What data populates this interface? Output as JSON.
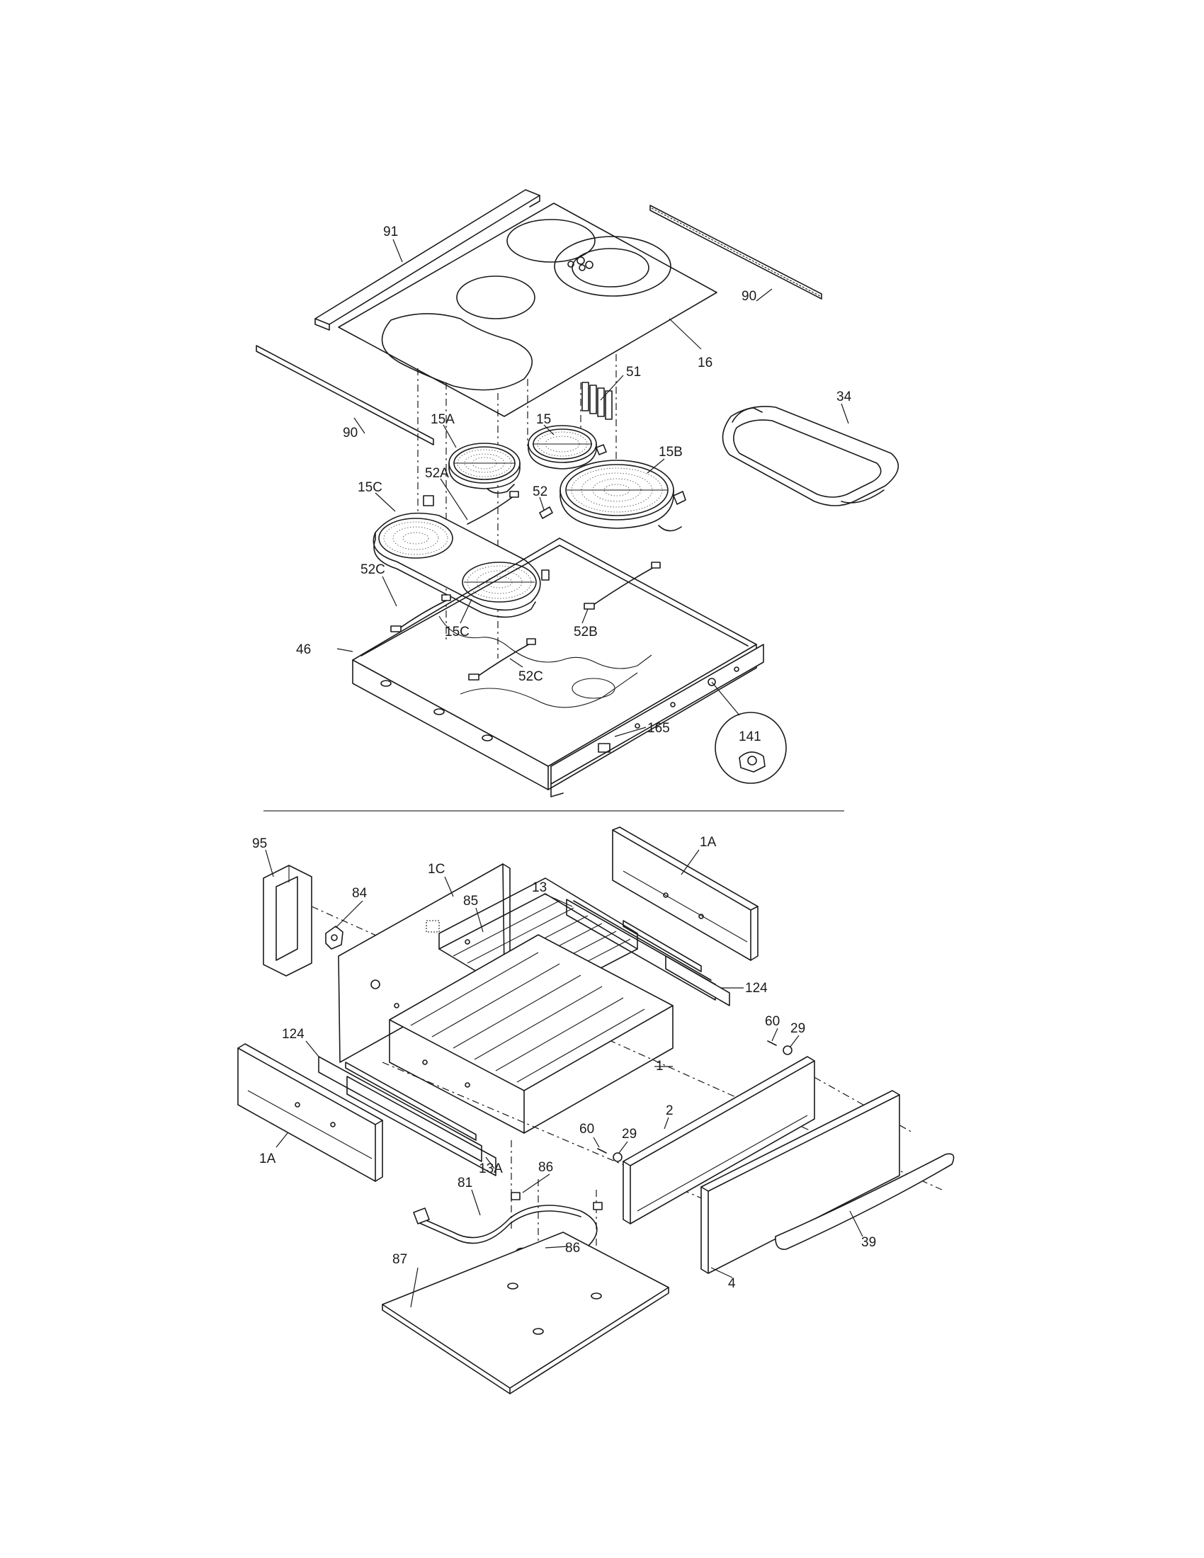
{
  "labels": {
    "top": [
      "91",
      "90",
      "16",
      "51",
      "34",
      "90",
      "15A",
      "15",
      "15B",
      "15C",
      "52A",
      "52",
      "52C",
      "15C",
      "52B",
      "46",
      "52C",
      "141",
      "165"
    ],
    "bottom": [
      "95",
      "1C",
      "84",
      "85",
      "13",
      "1A",
      "124",
      "60",
      "29",
      "124",
      "1",
      "60",
      "29",
      "2",
      "1A",
      "13A",
      "86",
      "81",
      "86",
      "39",
      "87",
      "4"
    ]
  }
}
